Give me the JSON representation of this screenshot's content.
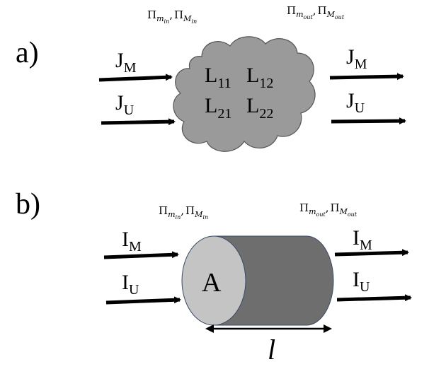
{
  "panel_a": {
    "label": "a)",
    "pi_in": {
      "pi1": "Π",
      "sub1": "m",
      "sub1b": "in",
      "comma": ",",
      "pi2": "Π",
      "sub2": "M",
      "sub2b": "in"
    },
    "pi_out": {
      "pi1": "Π",
      "sub1": "m",
      "sub1b": "out",
      "comma": ",",
      "pi2": "Π",
      "sub2": "M",
      "sub2b": "out"
    },
    "flux_in_top": {
      "letter": "J",
      "sub": "M"
    },
    "flux_in_bottom": {
      "letter": "J",
      "sub": "U"
    },
    "flux_out_top": {
      "letter": "J",
      "sub": "M"
    },
    "flux_out_bottom": {
      "letter": "J",
      "sub": "U"
    },
    "matrix": {
      "l11": {
        "letter": "L",
        "sub": "11"
      },
      "l12": {
        "letter": "L",
        "sub": "12"
      },
      "l21": {
        "letter": "L",
        "sub": "21"
      },
      "l22": {
        "letter": "L",
        "sub": "22"
      }
    },
    "cloud_color": "#9a9a9a"
  },
  "panel_b": {
    "label": "b)",
    "pi_in": {
      "pi1": "Π",
      "sub1": "m",
      "sub1b": "in",
      "comma": ",",
      "pi2": "Π",
      "sub2": "M",
      "sub2b": "in"
    },
    "pi_out": {
      "pi1": "Π",
      "sub1": "m",
      "sub1b": "out",
      "comma": ",",
      "pi2": "Π",
      "sub2": "M",
      "sub2b": "out"
    },
    "current_in_top": {
      "letter": "I",
      "sub": "M"
    },
    "current_in_bottom": {
      "letter": "I",
      "sub": "U"
    },
    "current_out_top": {
      "letter": "I",
      "sub": "M"
    },
    "current_out_bottom": {
      "letter": "I",
      "sub": "U"
    },
    "face_label": "A",
    "length_label": "l",
    "cylinder_body_color": "#6e6e6e",
    "cylinder_face_color": "#c4c4c4"
  }
}
